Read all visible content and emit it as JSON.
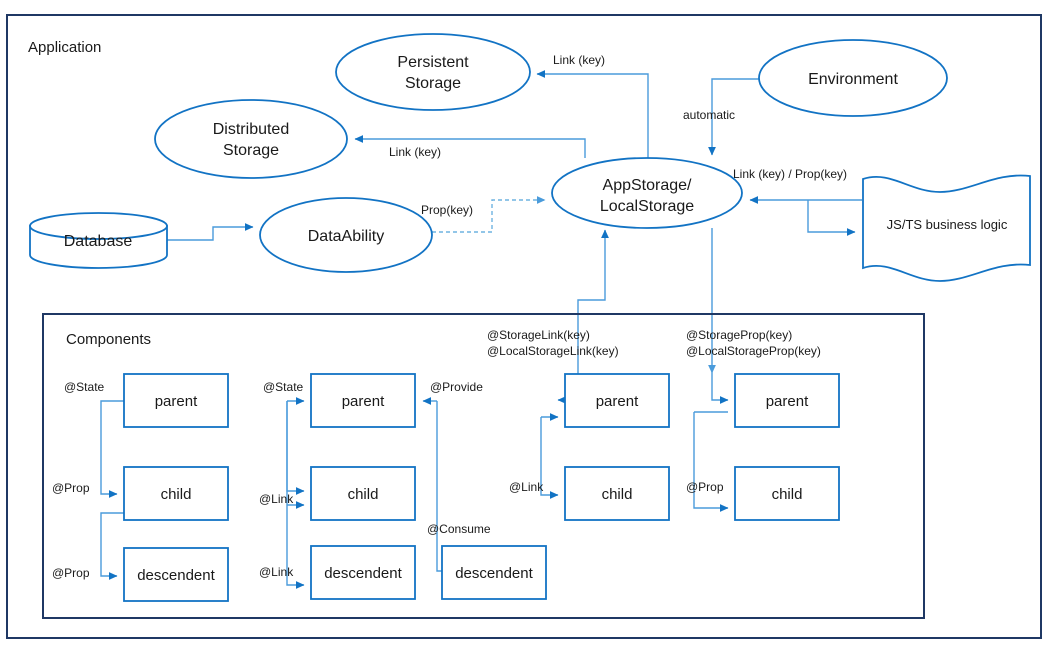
{
  "diagram": {
    "title": "Application",
    "colors": {
      "frame": "#1f3864",
      "shape_stroke": "#1273c4",
      "connector": "#4a9bdb",
      "text": "#1a1a1a",
      "background": "#ffffff"
    },
    "outer_frame_label": "Application",
    "inner_frame_label": "Components",
    "nodes": {
      "persistent_storage": {
        "line1": "Persistent",
        "line2": "Storage",
        "shape": "ellipse"
      },
      "distributed_storage": {
        "line1": "Distributed",
        "line2": "Storage",
        "shape": "ellipse"
      },
      "database": {
        "label": "Database",
        "shape": "cylinder"
      },
      "data_ability": {
        "label": "DataAbility",
        "shape": "ellipse"
      },
      "app_storage": {
        "line1": "AppStorage/",
        "line2": "LocalStorage",
        "shape": "ellipse"
      },
      "environment": {
        "label": "Environment",
        "shape": "ellipse"
      },
      "business_logic": {
        "label": "JS/TS business logic",
        "shape": "wave-document"
      }
    },
    "edge_labels": {
      "persistent_link": "Link (key)",
      "distributed_link": "Link (key)",
      "prop_key": "Prop(key)",
      "automatic": "automatic",
      "link_prop_key": "Link (key) / Prop(key)",
      "storage_link_1": "@StorageLink(key)",
      "storage_link_2": "@LocalStorageLink(key)",
      "storage_prop_1": "@StorageProp(key)",
      "storage_prop_2": "@LocalStorageProp(key)"
    },
    "component_groups": [
      {
        "name": "state-prop-group",
        "boxes": [
          {
            "label": "parent"
          },
          {
            "label": "child"
          },
          {
            "label": "descendent"
          }
        ],
        "labels": [
          "@State",
          "@Prop",
          "@Prop"
        ]
      },
      {
        "name": "state-link-provide-consume-group",
        "boxes": [
          {
            "label": "parent"
          },
          {
            "label": "child"
          },
          {
            "label": "descendent"
          },
          {
            "label": "descendent"
          }
        ],
        "labels": [
          "@State",
          "@Link",
          "@Link",
          "@Provide",
          "@Consume"
        ]
      },
      {
        "name": "storage-link-group",
        "boxes": [
          {
            "label": "parent"
          },
          {
            "label": "child"
          }
        ],
        "labels": [
          "@Link"
        ]
      },
      {
        "name": "storage-prop-group",
        "boxes": [
          {
            "label": "parent"
          },
          {
            "label": "child"
          }
        ],
        "labels": [
          "@Prop"
        ]
      }
    ]
  }
}
